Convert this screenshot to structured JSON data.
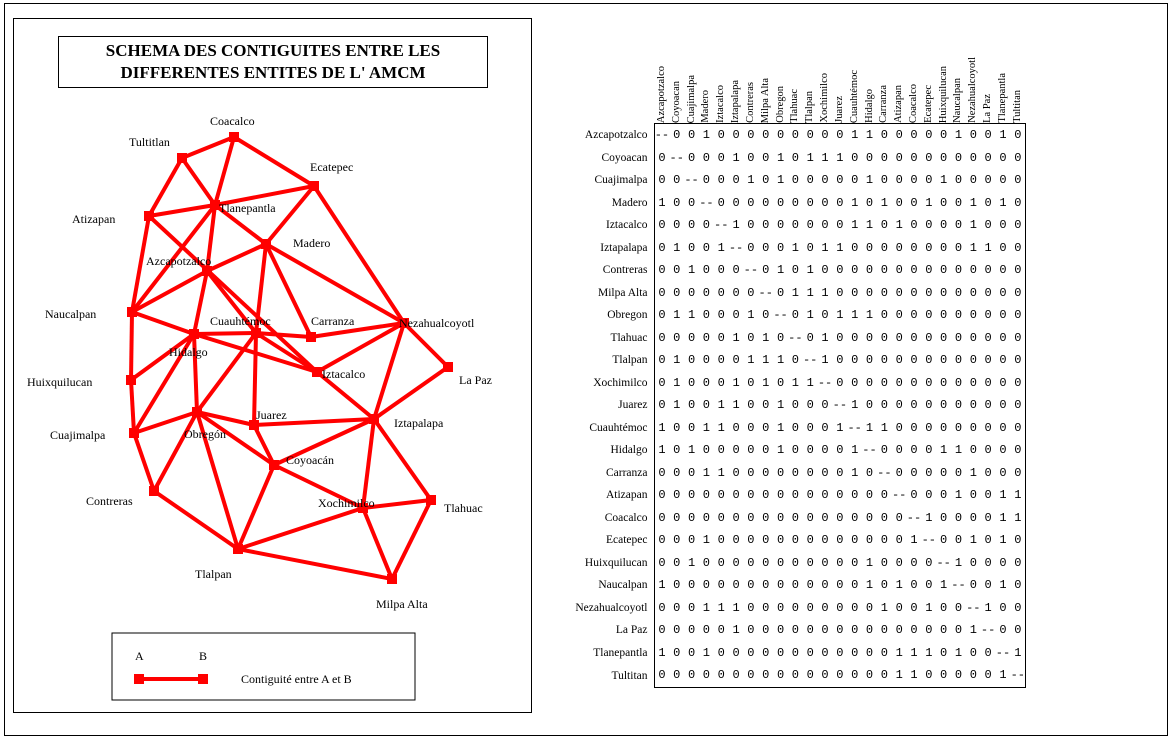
{
  "map": {
    "title_line1": "SCHEMA DES CONTIGUITES ENTRE LES",
    "title_line2": "DIFFERENTES ENTITES DE L' AMCM",
    "legend": {
      "a": "A",
      "b": "B",
      "label": "Contiguité entre A et B"
    },
    "edge_color": "#ff0000"
  },
  "labels": [
    "Azcapotzalco",
    "Coyoacan",
    "Cuajimalpa",
    "Madero",
    "Iztacalco",
    "Iztapalapa",
    "Contreras",
    "Milpa Alta",
    "Obregon",
    "Tlahuac",
    "Tlalpan",
    "Xochimilco",
    "Juarez",
    "Cuauhtémoc",
    "Hidalgo",
    "Carranza",
    "Atizapan",
    "Coacalco",
    "Ecatepec",
    "Huixquilucan",
    "Naucalpan",
    "Nezahualcoyotl",
    "La Paz",
    "Tlanepantla",
    "Tultitan"
  ],
  "map_labels": [
    "Azcapotzalco",
    "Coyoacán",
    "Cuajimalpa",
    "Madero",
    "Iztacalco",
    "Iztapalapa",
    "Contreras",
    "Milpa Alta",
    "Obregón",
    "Tlahuac",
    "Tlalpan",
    "Xochimilco",
    "Juarez",
    "Cuauhtémoc",
    "Hidalgo",
    "Carranza",
    "Atizapan",
    "Coacalco",
    "Ecatepec",
    "Huixquilucan",
    "Naucalpan",
    "Nezahualcoyotl",
    "La Paz",
    "Tlanepantla",
    "Tultitlan"
  ],
  "matrix": [
    [
      "--",
      "0",
      "0",
      "1",
      "0",
      "0",
      "0",
      "0",
      "0",
      "0",
      "0",
      "0",
      "0",
      "1",
      "1",
      "0",
      "0",
      "0",
      "0",
      "0",
      "1",
      "0",
      "0",
      "1",
      "0"
    ],
    [
      "0",
      "--",
      "0",
      "0",
      "0",
      "1",
      "0",
      "0",
      "1",
      "0",
      "1",
      "1",
      "1",
      "0",
      "0",
      "0",
      "0",
      "0",
      "0",
      "0",
      "0",
      "0",
      "0",
      "0",
      "0"
    ],
    [
      "0",
      "0",
      "--",
      "0",
      "0",
      "0",
      "1",
      "0",
      "1",
      "0",
      "0",
      "0",
      "0",
      "0",
      "1",
      "0",
      "0",
      "0",
      "0",
      "1",
      "0",
      "0",
      "0",
      "0",
      "0"
    ],
    [
      "1",
      "0",
      "0",
      "--",
      "0",
      "0",
      "0",
      "0",
      "0",
      "0",
      "0",
      "0",
      "0",
      "1",
      "0",
      "1",
      "0",
      "0",
      "1",
      "0",
      "0",
      "1",
      "0",
      "1",
      "0"
    ],
    [
      "0",
      "0",
      "0",
      "0",
      "--",
      "1",
      "0",
      "0",
      "0",
      "0",
      "0",
      "0",
      "0",
      "1",
      "1",
      "0",
      "1",
      "0",
      "0",
      "0",
      "0",
      "1",
      "0",
      "0",
      "0"
    ],
    [
      "0",
      "1",
      "0",
      "0",
      "1",
      "--",
      "0",
      "0",
      "0",
      "1",
      "0",
      "1",
      "1",
      "0",
      "0",
      "0",
      "0",
      "0",
      "0",
      "0",
      "0",
      "1",
      "1",
      "0",
      "0"
    ],
    [
      "0",
      "0",
      "1",
      "0",
      "0",
      "0",
      "--",
      "0",
      "1",
      "0",
      "1",
      "0",
      "0",
      "0",
      "0",
      "0",
      "0",
      "0",
      "0",
      "0",
      "0",
      "0",
      "0",
      "0",
      "0"
    ],
    [
      "0",
      "0",
      "0",
      "0",
      "0",
      "0",
      "0",
      "--",
      "0",
      "1",
      "1",
      "1",
      "0",
      "0",
      "0",
      "0",
      "0",
      "0",
      "0",
      "0",
      "0",
      "0",
      "0",
      "0",
      "0"
    ],
    [
      "0",
      "1",
      "1",
      "0",
      "0",
      "0",
      "1",
      "0",
      "--",
      "0",
      "1",
      "0",
      "1",
      "1",
      "1",
      "0",
      "0",
      "0",
      "0",
      "0",
      "0",
      "0",
      "0",
      "0",
      "0"
    ],
    [
      "0",
      "0",
      "0",
      "0",
      "0",
      "1",
      "0",
      "1",
      "0",
      "--",
      "0",
      "1",
      "0",
      "0",
      "0",
      "0",
      "0",
      "0",
      "0",
      "0",
      "0",
      "0",
      "0",
      "0",
      "0"
    ],
    [
      "0",
      "1",
      "0",
      "0",
      "0",
      "0",
      "1",
      "1",
      "1",
      "0",
      "--",
      "1",
      "0",
      "0",
      "0",
      "0",
      "0",
      "0",
      "0",
      "0",
      "0",
      "0",
      "0",
      "0",
      "0"
    ],
    [
      "0",
      "1",
      "0",
      "0",
      "0",
      "1",
      "0",
      "1",
      "0",
      "1",
      "1",
      "--",
      "0",
      "0",
      "0",
      "0",
      "0",
      "0",
      "0",
      "0",
      "0",
      "0",
      "0",
      "0",
      "0"
    ],
    [
      "0",
      "1",
      "0",
      "0",
      "1",
      "1",
      "0",
      "0",
      "1",
      "0",
      "0",
      "0",
      "--",
      "1",
      "0",
      "0",
      "0",
      "0",
      "0",
      "0",
      "0",
      "0",
      "0",
      "0",
      "0"
    ],
    [
      "1",
      "0",
      "0",
      "1",
      "1",
      "0",
      "0",
      "0",
      "1",
      "0",
      "0",
      "0",
      "1",
      "--",
      "1",
      "1",
      "0",
      "0",
      "0",
      "0",
      "0",
      "0",
      "0",
      "0",
      "0"
    ],
    [
      "1",
      "0",
      "1",
      "0",
      "0",
      "0",
      "0",
      "0",
      "1",
      "0",
      "0",
      "0",
      "0",
      "1",
      "--",
      "0",
      "0",
      "0",
      "0",
      "1",
      "1",
      "0",
      "0",
      "0",
      "0"
    ],
    [
      "0",
      "0",
      "0",
      "1",
      "1",
      "0",
      "0",
      "0",
      "0",
      "0",
      "0",
      "0",
      "0",
      "1",
      "0",
      "--",
      "0",
      "0",
      "0",
      "0",
      "0",
      "1",
      "0",
      "0",
      "0"
    ],
    [
      "0",
      "0",
      "0",
      "0",
      "0",
      "0",
      "0",
      "0",
      "0",
      "0",
      "0",
      "0",
      "0",
      "0",
      "0",
      "0",
      "--",
      "0",
      "0",
      "0",
      "1",
      "0",
      "0",
      "1",
      "1"
    ],
    [
      "0",
      "0",
      "0",
      "0",
      "0",
      "0",
      "0",
      "0",
      "0",
      "0",
      "0",
      "0",
      "0",
      "0",
      "0",
      "0",
      "0",
      "--",
      "1",
      "0",
      "0",
      "0",
      "0",
      "1",
      "1"
    ],
    [
      "0",
      "0",
      "0",
      "1",
      "0",
      "0",
      "0",
      "0",
      "0",
      "0",
      "0",
      "0",
      "0",
      "0",
      "0",
      "0",
      "0",
      "1",
      "--",
      "0",
      "0",
      "1",
      "0",
      "1",
      "0"
    ],
    [
      "0",
      "0",
      "1",
      "0",
      "0",
      "0",
      "0",
      "0",
      "0",
      "0",
      "0",
      "0",
      "0",
      "0",
      "1",
      "0",
      "0",
      "0",
      "0",
      "--",
      "1",
      "0",
      "0",
      "0",
      "0"
    ],
    [
      "1",
      "0",
      "0",
      "0",
      "0",
      "0",
      "0",
      "0",
      "0",
      "0",
      "0",
      "0",
      "0",
      "0",
      "1",
      "0",
      "1",
      "0",
      "0",
      "1",
      "--",
      "0",
      "0",
      "1",
      "0"
    ],
    [
      "0",
      "0",
      "0",
      "1",
      "1",
      "1",
      "0",
      "0",
      "0",
      "0",
      "0",
      "0",
      "0",
      "0",
      "0",
      "1",
      "0",
      "0",
      "1",
      "0",
      "0",
      "--",
      "1",
      "0",
      "0"
    ],
    [
      "0",
      "0",
      "0",
      "0",
      "0",
      "1",
      "0",
      "0",
      "0",
      "0",
      "0",
      "0",
      "0",
      "0",
      "0",
      "0",
      "0",
      "0",
      "0",
      "0",
      "0",
      "1",
      "--",
      "0",
      "0"
    ],
    [
      "1",
      "0",
      "0",
      "1",
      "0",
      "0",
      "0",
      "0",
      "0",
      "0",
      "0",
      "0",
      "0",
      "0",
      "0",
      "0",
      "1",
      "1",
      "1",
      "0",
      "1",
      "0",
      "0",
      "--",
      "1"
    ],
    [
      "0",
      "0",
      "0",
      "0",
      "0",
      "0",
      "0",
      "0",
      "0",
      "0",
      "0",
      "0",
      "0",
      "0",
      "0",
      "0",
      "1",
      "1",
      "0",
      "0",
      "0",
      "0",
      "0",
      "1",
      "--"
    ]
  ]
}
